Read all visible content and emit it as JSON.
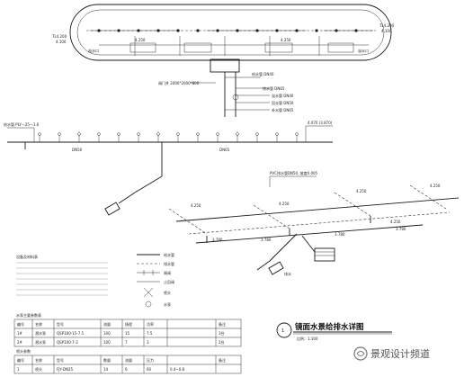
{
  "pool_plan": {
    "labels_tl": [
      "TL4.200",
      "4.100"
    ],
    "labels_tr": [
      "TL4.200",
      "4.100"
    ],
    "elev_left": "4.250",
    "elev_right": "4.250",
    "note_left": "溢水口",
    "note_right": "溢水口"
  },
  "callouts": [
    "阀门井 2000*2000*800",
    "给水管 DN40",
    "排水管 DN65",
    "溢水管 DN40",
    "回水管 DN50",
    "补水管 DN65"
  ],
  "supply_line": {
    "source_note": "给水管 PLY—25—1.6",
    "dn_left": "DN50",
    "dn_right": "DN65",
    "elev": "4.070 (3.870)"
  },
  "drain_line": {
    "note": "PVC排水管DN50, 坡度0.005",
    "elev_labels": [
      "4.250",
      "4.250",
      "4.250",
      "4.250",
      "4.250"
    ],
    "low_labels": [
      "3.780",
      "3.780",
      "3.780",
      "3.780"
    ],
    "outlet": "排水"
  },
  "legend": {
    "title": "设备及材料表",
    "items": [
      "给水管",
      "排水管",
      "闸阀",
      "止回阀",
      "喷头",
      "水泵"
    ]
  },
  "table1": {
    "title": "水泵主要参数表",
    "header": [
      "编号",
      "名称",
      "型号",
      "流量",
      "扬程",
      "功率",
      "备注"
    ],
    "rows": [
      [
        "1#",
        "潜水泵",
        "QSP100-15-7.5",
        "100",
        "15",
        "7.5",
        "3台"
      ],
      [
        "2#",
        "潜水泵",
        "QSP100-7-3",
        "100",
        "7",
        "3",
        "2台"
      ]
    ]
  },
  "table2": {
    "title": "喷头参数",
    "header": [
      "编号",
      "名称",
      "型号",
      "数量",
      "流量",
      "压力",
      "备注"
    ],
    "rows": [
      [
        "1",
        "喷头",
        "FJY-DN25",
        "14",
        "6",
        "60",
        "0.4~0.8"
      ]
    ]
  },
  "drawing_title": {
    "number": "1",
    "text": "镜面水景给排水详图",
    "scale": "比例：1:100"
  },
  "watermark": "景观设计频道"
}
